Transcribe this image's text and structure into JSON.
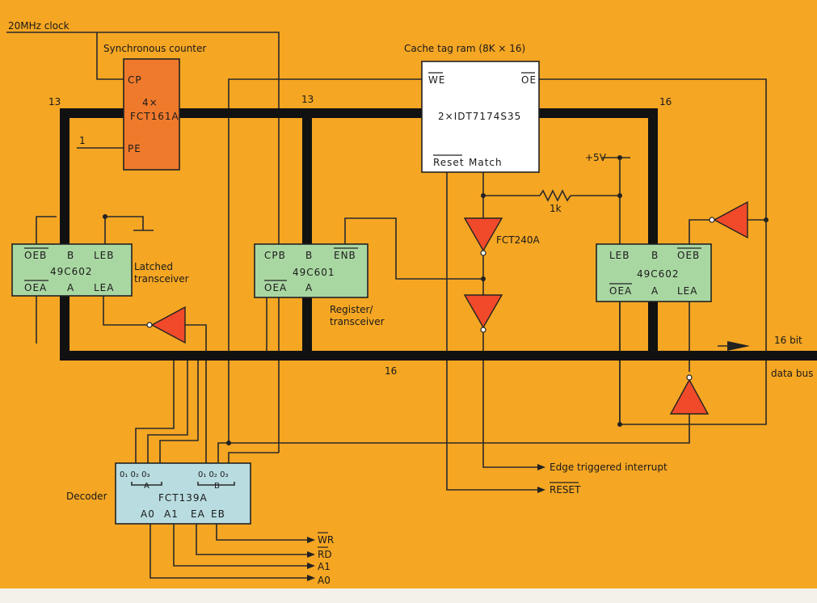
{
  "colors": {
    "background": "#f5a623",
    "bus": "#111111",
    "counter_chip": "#f07a2c",
    "transceiver_chip": "#a9d7a2",
    "decoder_chip": "#b8dce0",
    "ram_chip": "#ffffff",
    "buffer": "#f04a2a"
  },
  "clock_label": "20MHz clock",
  "counter": {
    "caption": "Synchronous counter",
    "qty": "4×",
    "part": "FCT161A",
    "pin_cp": "CP",
    "pin_pe": "PE",
    "pe_tie": "1"
  },
  "ram": {
    "caption": "Cache tag ram  (8K × 16)",
    "part": "2×IDT7174S35",
    "pin_we": "WE",
    "pin_oe": "OE",
    "pin_reset": "Reset",
    "pin_match": "Match"
  },
  "bus_widths": {
    "left": "13",
    "middle": "13",
    "right": "16",
    "bottom": "16"
  },
  "latch_left": {
    "part": "49C602",
    "pins": {
      "oeb": "OEB",
      "b": "B",
      "leb": "LEB",
      "oea": "OEA",
      "a": "A",
      "lea": "LEA"
    },
    "caption_line1": "Latched",
    "caption_line2": "transceiver"
  },
  "register": {
    "part": "49C601",
    "pins": {
      "cpb": "CPB",
      "b": "B",
      "enb": "ENB",
      "oea": "OEA",
      "a": "A"
    },
    "caption_line1": "Register/",
    "caption_line2": "transceiver"
  },
  "latch_right": {
    "part": "49C602",
    "pins": {
      "leb": "LEB",
      "b": "B",
      "oeb": "OEB",
      "oea": "OEA",
      "a": "A",
      "lea": "LEA"
    }
  },
  "buffer_label": "FCT240A",
  "resistor_label": "1k",
  "supply_label": "+5V",
  "data_bus_line1": "16 bit",
  "data_bus_line2": "data bus",
  "decoder": {
    "caption": "Decoder",
    "part": "FCT139A",
    "outputs_a": "0₁ 0₂ 0₃",
    "outputs_b": "0₁ 0₂ 0₃",
    "group_a": "A",
    "group_b": "B",
    "pin_a0": "A0",
    "pin_a1": "A1",
    "pin_ea": "EA",
    "pin_eb": "EB"
  },
  "outputs": {
    "interrupt": "Edge triggered interrupt",
    "reset": "RESET",
    "wr": "WR",
    "rd": "RD",
    "a1": "A1",
    "a0": "A0"
  }
}
